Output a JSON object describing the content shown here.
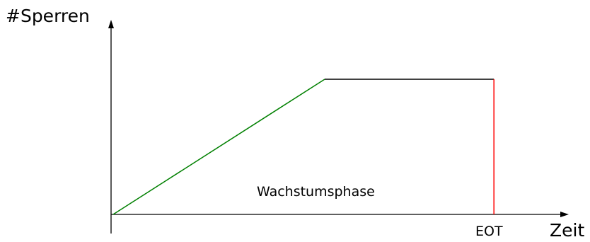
{
  "labels": {
    "y_axis": "#Sperren",
    "x_axis": "Zeit",
    "eot": "EOT",
    "phase": "Wachstumsphase"
  },
  "colors": {
    "axis": "#000000",
    "growth": "#008000",
    "plateau": "#000000",
    "release": "#ff0000"
  },
  "chart_data": {
    "type": "line",
    "title": "",
    "xlabel": "Zeit",
    "ylabel": "#Sperren",
    "annotations": [
      "EOT",
      "Wachstumsphase"
    ],
    "series": [
      {
        "segment": "growth",
        "x": [
          0,
          0.5
        ],
        "y": [
          0,
          1
        ]
      },
      {
        "segment": "plateau",
        "x": [
          0.5,
          0.9
        ],
        "y": [
          1,
          1
        ]
      },
      {
        "segment": "release",
        "x": [
          0.9,
          0.9
        ],
        "y": [
          1,
          0
        ]
      }
    ],
    "xlim": [
      0,
      1.05
    ],
    "ylim": [
      0,
      1.45
    ],
    "grid": false
  }
}
